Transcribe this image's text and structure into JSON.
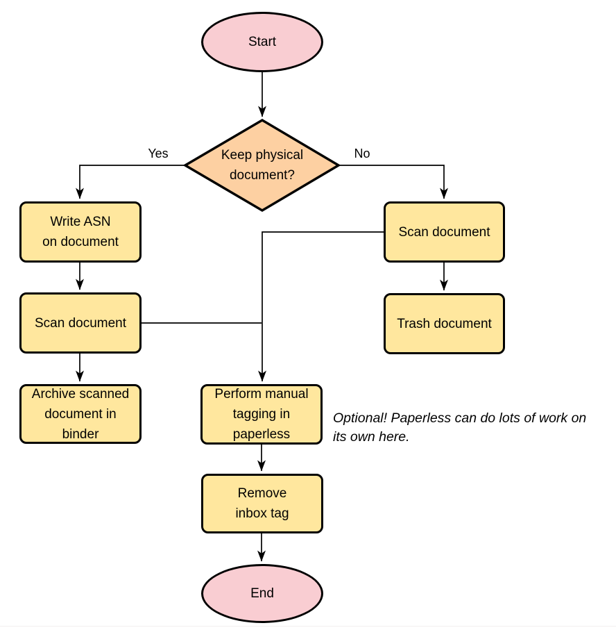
{
  "colors": {
    "terminal-fill": "#f9cdd2",
    "decision-fill": "#fdd0a2",
    "process-fill": "#ffe79e",
    "shape-stroke": "#000000",
    "edge-stroke": "#000000",
    "text-color": "#000000",
    "divider": "#f3efef"
  },
  "nodes": {
    "start": {
      "label": "Start",
      "type": "terminator"
    },
    "decision": {
      "label": "Keep physical\ndocument?",
      "type": "decision"
    },
    "write-asn": {
      "label": "Write ASN\non document",
      "type": "process"
    },
    "scan-left": {
      "label": "Scan document",
      "type": "process"
    },
    "archive": {
      "label": "Archive scanned\ndocument in\nbinder",
      "type": "process"
    },
    "scan-right": {
      "label": "Scan document",
      "type": "process"
    },
    "trash": {
      "label": "Trash document",
      "type": "process"
    },
    "tagging": {
      "label": "Perform manual\ntagging in\npaperless",
      "type": "process"
    },
    "remove-inbox": {
      "label": "Remove\ninbox tag",
      "type": "process"
    },
    "end": {
      "label": "End",
      "type": "terminator"
    }
  },
  "edge_labels": {
    "yes": "Yes",
    "no": "No"
  },
  "annotation": "Optional! Paperless can do lots of work on\nits own here."
}
